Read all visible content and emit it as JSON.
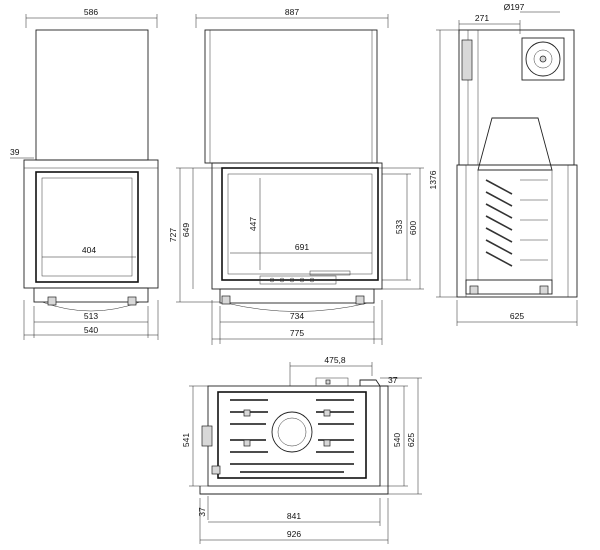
{
  "dims": {
    "front_width": "586",
    "front_tab": "39",
    "front_glass": "404",
    "front_inner": "513",
    "front_outer": "540",
    "side_width": "887",
    "side_glass": "691",
    "side_glass_h": "447",
    "side_h1": "727",
    "side_h2": "649",
    "side_h3": "533",
    "side_h4": "600",
    "side_base1": "734",
    "side_base2": "775",
    "right_top": "271",
    "right_flue": "Ø197",
    "right_height": "1376",
    "right_depth": "625",
    "top_flue_offset": "475,8",
    "top_small1": "37",
    "top_small2": "37",
    "top_depth1": "541",
    "top_depth2": "540",
    "top_depth3": "625",
    "top_w1": "841",
    "top_w2": "926"
  },
  "colors": {
    "line": "#222222",
    "fill": "#d8d8d8"
  }
}
